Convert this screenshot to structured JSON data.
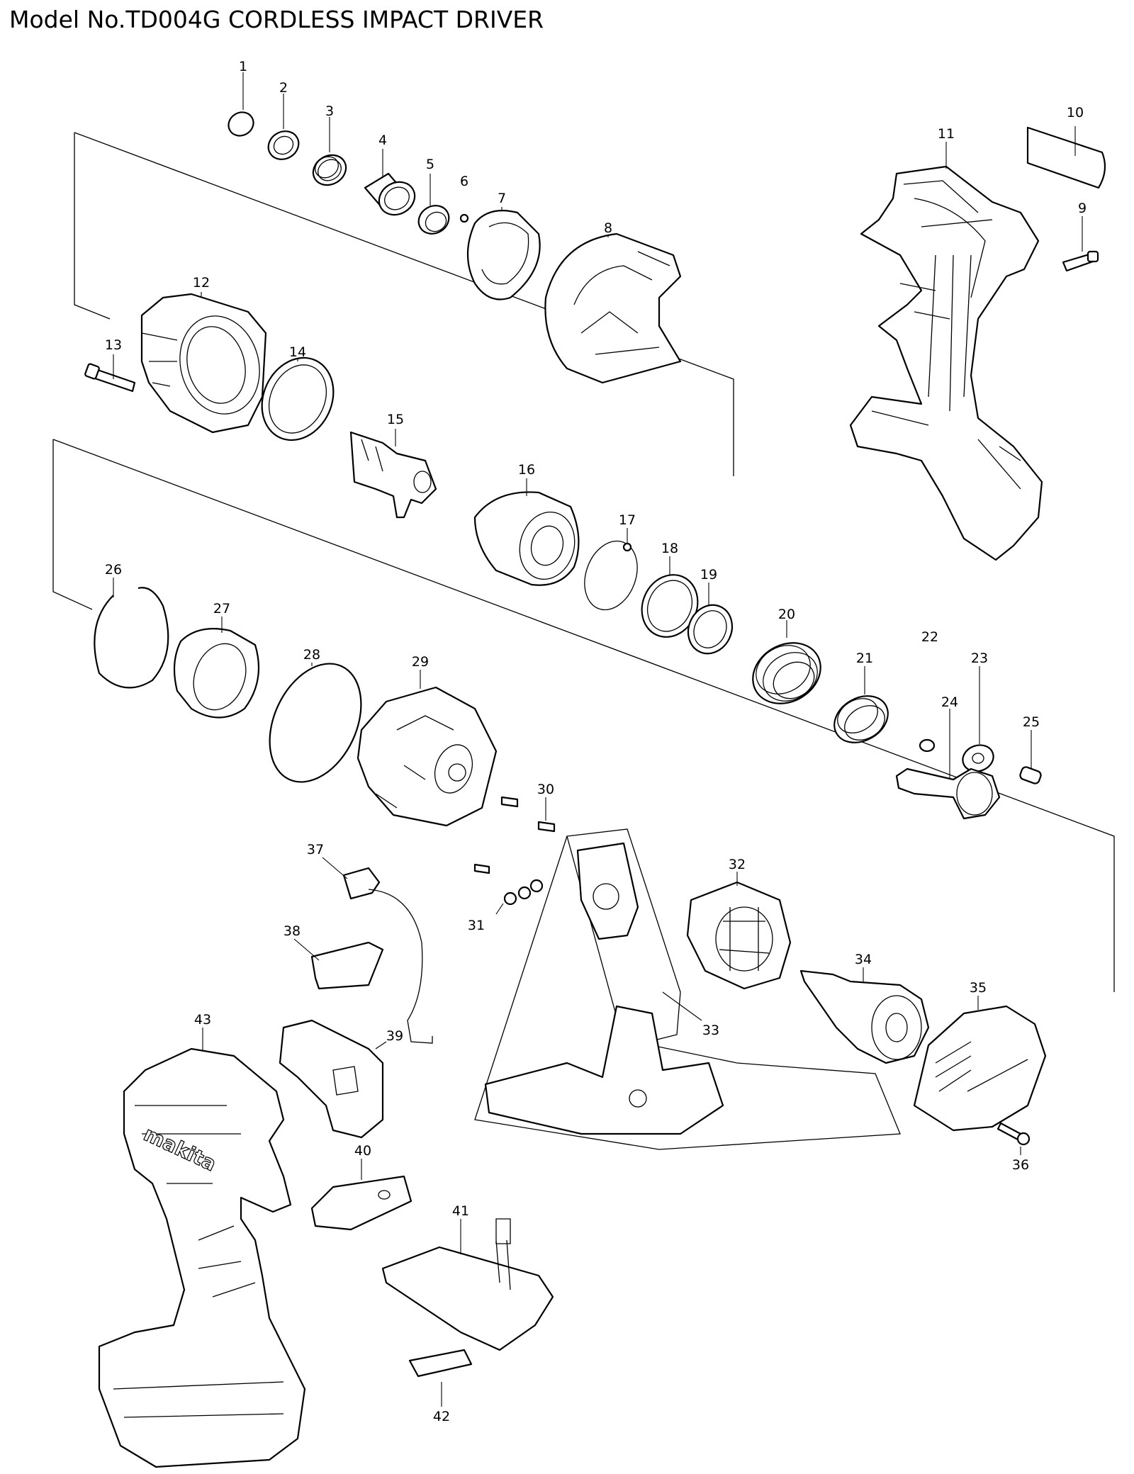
{
  "title": "Model No.TD004G CORDLESS IMPACT DRIVER",
  "parts": [
    {
      "no": "1"
    },
    {
      "no": "2"
    },
    {
      "no": "3"
    },
    {
      "no": "4"
    },
    {
      "no": "5"
    },
    {
      "no": "6"
    },
    {
      "no": "7"
    },
    {
      "no": "8"
    },
    {
      "no": "9"
    },
    {
      "no": "10"
    },
    {
      "no": "11"
    },
    {
      "no": "12"
    },
    {
      "no": "13"
    },
    {
      "no": "14"
    },
    {
      "no": "15"
    },
    {
      "no": "16"
    },
    {
      "no": "17"
    },
    {
      "no": "18"
    },
    {
      "no": "19"
    },
    {
      "no": "20"
    },
    {
      "no": "21"
    },
    {
      "no": "22"
    },
    {
      "no": "23"
    },
    {
      "no": "24"
    },
    {
      "no": "25"
    },
    {
      "no": "26"
    },
    {
      "no": "27"
    },
    {
      "no": "28"
    },
    {
      "no": "29"
    },
    {
      "no": "30"
    },
    {
      "no": "31"
    },
    {
      "no": "32"
    },
    {
      "no": "33"
    },
    {
      "no": "34"
    },
    {
      "no": "35"
    },
    {
      "no": "36"
    },
    {
      "no": "37"
    },
    {
      "no": "38"
    },
    {
      "no": "39"
    },
    {
      "no": "40"
    },
    {
      "no": "41"
    },
    {
      "no": "42"
    },
    {
      "no": "43"
    }
  ],
  "housing_logo": "makita"
}
